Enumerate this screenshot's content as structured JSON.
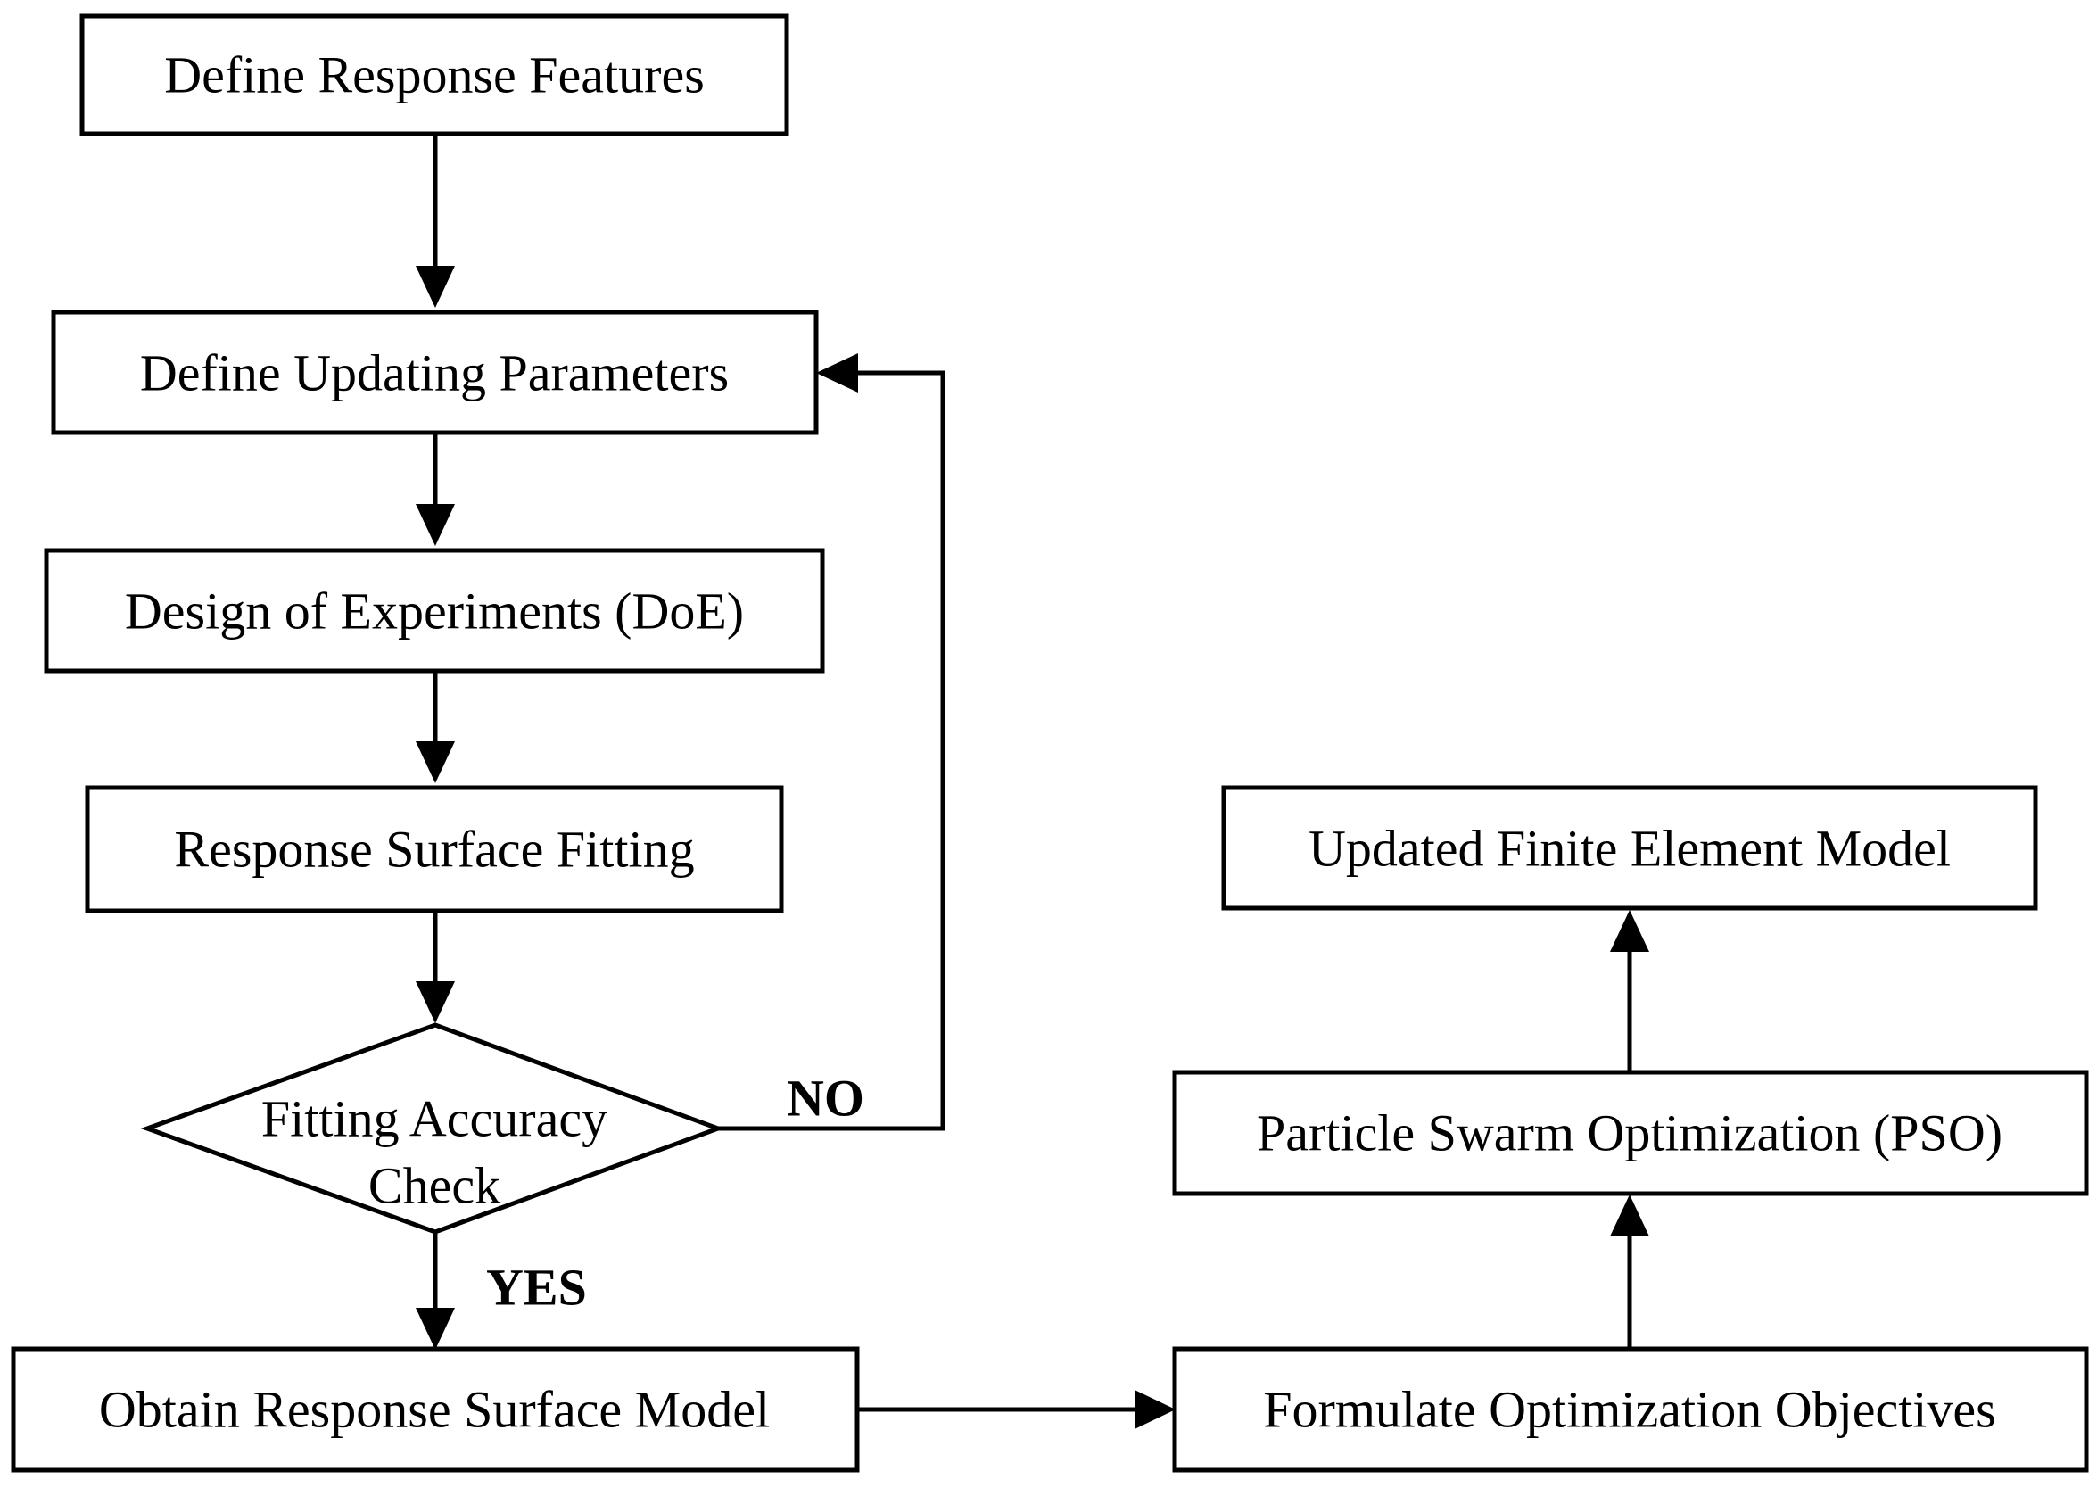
{
  "diagram": {
    "nodes": {
      "define_response_features": "Define Response Features",
      "define_updating_parameters": "Define Updating Parameters",
      "design_of_experiments": "Design of Experiments (DoE)",
      "response_surface_fitting": "Response Surface Fitting",
      "fitting_accuracy_check_line1": "Fitting Accuracy",
      "fitting_accuracy_check_line2": "Check",
      "obtain_response_surface_model": "Obtain Response Surface Model",
      "formulate_optimization_objectives": "Formulate Optimization Objectives",
      "particle_swarm_optimization": "Particle Swarm Optimization (PSO)",
      "updated_finite_element_model": "Updated Finite Element Model"
    },
    "branches": {
      "no": "NO",
      "yes": "YES"
    },
    "colors": {
      "stroke": "#000000",
      "background": "#ffffff"
    }
  }
}
